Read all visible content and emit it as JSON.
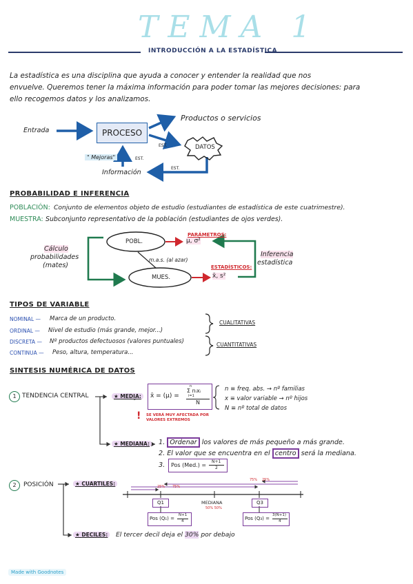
{
  "header": {
    "title": "TEMA 1",
    "subtitle": "INTRODUCCIÓN A LA ESTADÍSTICA"
  },
  "intro": {
    "line1": "La estadística es una disciplina que ayuda  a conocer y entender la realidad que nos",
    "line2": "envuelve. Queremos tener la máxima información para poder tomar las mejores decisiones: para",
    "line3": "ello recogemos datos y los analizamos."
  },
  "flow": {
    "entrada": "Entrada",
    "proceso": "PROCESO",
    "productos": "Productos o servicios",
    "datos": "DATOS",
    "est1": "EST.",
    "est2": "EST.",
    "est3": "EST.",
    "mejoras": "\" Mejoras\"",
    "informacion": "Información"
  },
  "probabilidad": {
    "heading": "PROBABILIDAD E INFERENCIA",
    "poblacion_label": "POBLACIÓN:",
    "poblacion_text": "Conjunto de elementos objeto de estudio (estudiantes de estadística de este cuatrimestre).",
    "muestra_label": "MUESTRA:",
    "muestra_text": "Subconjunto representativo de la población (estudiantes de ojos verdes).",
    "calculo_1": "Cálculo",
    "calculo_2": "probabilidades",
    "calculo_3": "(mates)",
    "pobl": "POBL.",
    "mues": "MUES.",
    "mas": "m.a.s. (al azar)",
    "parametros_label": "PARÁMETROS:",
    "parametros_value": "μ, σ²",
    "estadisticos_label": "ESTADÍSTICOS:",
    "estadisticos_value": "x̄, s²",
    "inferencia_1": "Inferencia",
    "inferencia_2": "estadística"
  },
  "tipos": {
    "heading": "TIPOS DE VARIABLE",
    "rows": [
      {
        "name": "NOMINAL —",
        "desc": "Marca de un producto."
      },
      {
        "name": "ORDINAL —",
        "desc": "Nivel de estudio (más grande, mejor...)"
      },
      {
        "name": "DISCRETA —",
        "desc": "Nº productos defectuosos (valores puntuales)"
      },
      {
        "name": "CONTINUA —",
        "desc": "Peso, altura, temperatura..."
      }
    ],
    "cualitativas": "CUALITATIVAS",
    "cuantitativas": "CUANTITATIVAS"
  },
  "sintesis": {
    "heading": "SINTESIS NUMÉRICA DE DATOS",
    "tendencia_num": "1",
    "tendencia_label": "TENDENCIA CENTRAL",
    "media_label": "MEDIA:",
    "media_formula_lhs": "x̄ = (μ) =",
    "media_num": "Σ nᵢxᵢ",
    "media_sum_top": "n",
    "media_sum_bottom": "i=1",
    "media_den": "N",
    "def_n": "n ≡ freq. abs. → nº familias",
    "def_x": "x ≡ valor variable → nº hijos",
    "def_N": "N ≡ nº total de datos",
    "warning_1": "SE VERÁ MUY AFECTADA POR",
    "warning_2": "VALORES EXTREMOS",
    "mediana_label": "MEDIANA:",
    "step1_num": "1.",
    "step1_box": "Ordenar",
    "step1_rest": "los valores de más pequeño a más grande.",
    "step2_pre": "2. El valor que se encuentra en el",
    "step2_box": "centro",
    "step2_post": "será la mediana.",
    "step3_num": "3.",
    "step3_formula": "Pos (Med.) =",
    "step3_frac_top": "N+1",
    "step3_frac_bot": "2",
    "posicion_num": "2",
    "posicion_label": "POSICIÓN",
    "cuartiles_label": "CUARTILES:",
    "pct_25a": "25%",
    "pct_75a": "75%",
    "pct_75b": "75%",
    "pct_25b": "25%",
    "q1": "Q1",
    "q3": "Q3",
    "mediana_axis": "MEDIANA",
    "mediana_pct": "50% 50%",
    "q1_formula": "Pos (Q₁) =",
    "q1_top": "N+1",
    "q1_bot": "4",
    "q3_formula": "Pos (Q₃) =",
    "q3_top": "3(N+1)",
    "q3_bot": "4",
    "deciles_label": "DECILES:",
    "deciles_pre": "El tercer decil deja el",
    "deciles_pct": "30%",
    "deciles_post": "por debajo"
  },
  "footer": {
    "made_with": "Made with Goodnotes"
  }
}
